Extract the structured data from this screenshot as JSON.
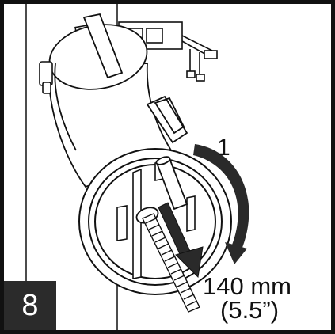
{
  "step_number": "8",
  "rotation_label": "1",
  "distance_metric": "140 mm",
  "distance_imperial": "(5.5”)",
  "colors": {
    "frame": "#111111",
    "step_box": "#2b2b2b",
    "arrow": "#2a2a2a",
    "line": "#111111"
  }
}
